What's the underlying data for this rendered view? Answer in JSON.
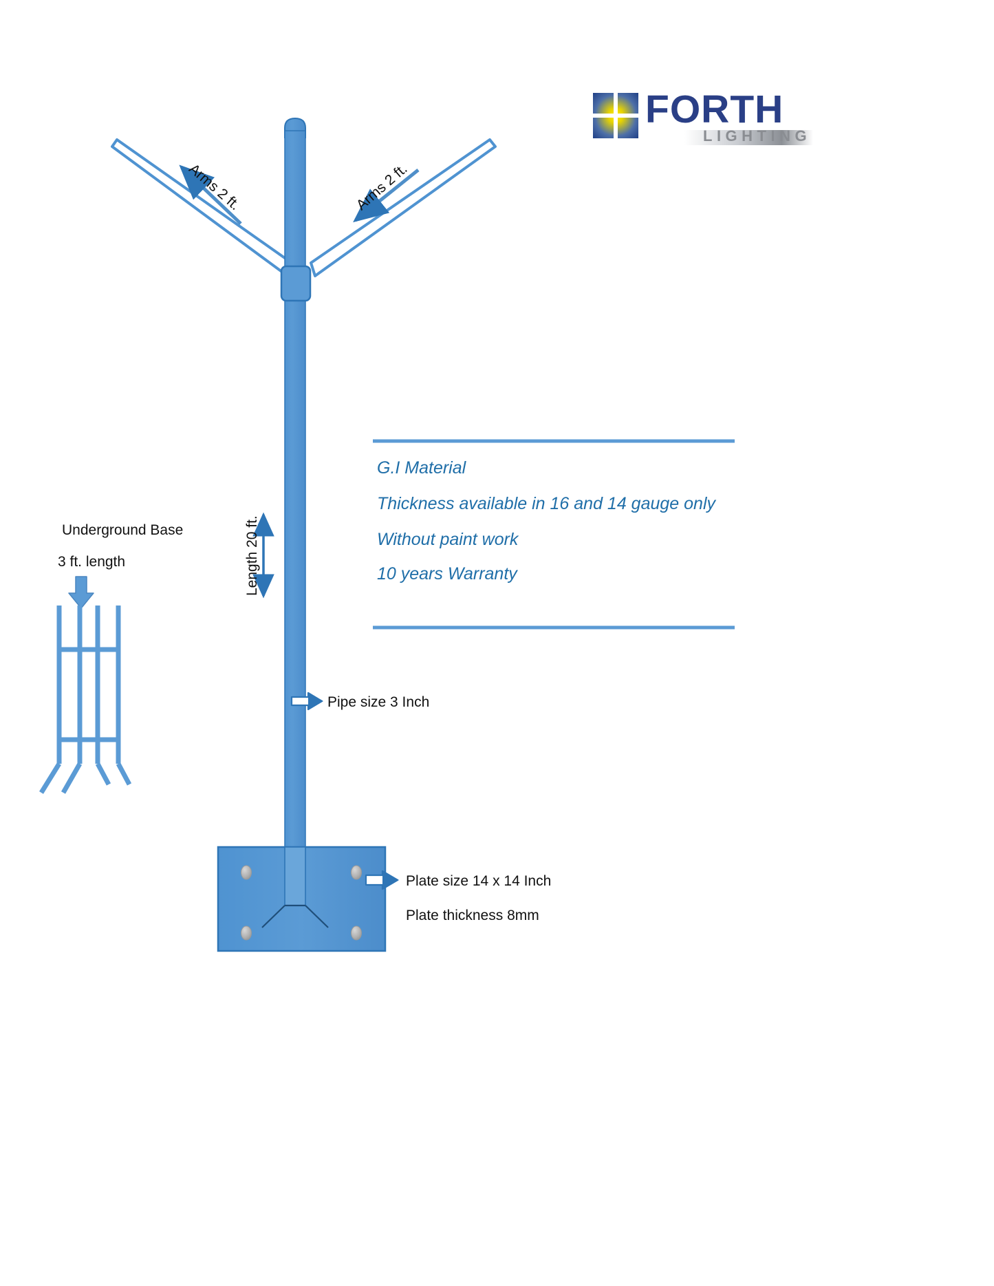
{
  "page": {
    "title": "Street Light Pole Specification Drawing",
    "background": "#ffffff"
  },
  "logo": {
    "name": "forth-lighting-logo",
    "wordmark": "FORTH",
    "subword": "LIGHTING",
    "wordmark_color": "#2a3f86",
    "subword_color": "#8a8d92",
    "mark_colors": {
      "yellow": "#f0dc00",
      "blue": "#1f3f86"
    }
  },
  "colors": {
    "pole_fill": "#5b9bd5",
    "pole_stroke": "#2e75b6",
    "arrow_blue": "#2e75b6",
    "spec_text": "#1f6ea8",
    "rule": "#5b9bd5",
    "bolt": "#b3b3b3",
    "label_text": "#111111"
  },
  "annotations": {
    "arm_left": "Arms 2 ft.",
    "arm_right": "Arms 2 ft.",
    "pole_length": "Length 20 ft.",
    "pipe_size": "Pipe size 3 Inch",
    "plate_size": "Plate size 14 x 14 Inch",
    "plate_thickness": "Plate thickness 8mm",
    "underground_base": "Underground Base",
    "base_length": "3 ft. length"
  },
  "specifications": {
    "heading_rule_top": true,
    "heading_rule_bottom": true,
    "items": [
      "G.I Material",
      "Thickness available in 16 and 14 gauge only",
      "Without paint work",
      "10 years Warranty"
    ]
  },
  "dimensions": {
    "pole_length_ft": 20,
    "arm_length_ft": 2,
    "pipe_diameter_inch": 3,
    "plate_width_inch": 14,
    "plate_height_inch": 14,
    "plate_thickness_mm": 8,
    "underground_base_ft": 3,
    "gauge_options": [
      16,
      14
    ],
    "warranty_years": 10,
    "bolt_hole_count": 4,
    "rebar_bar_count": 4,
    "rebar_tie_count": 2
  }
}
